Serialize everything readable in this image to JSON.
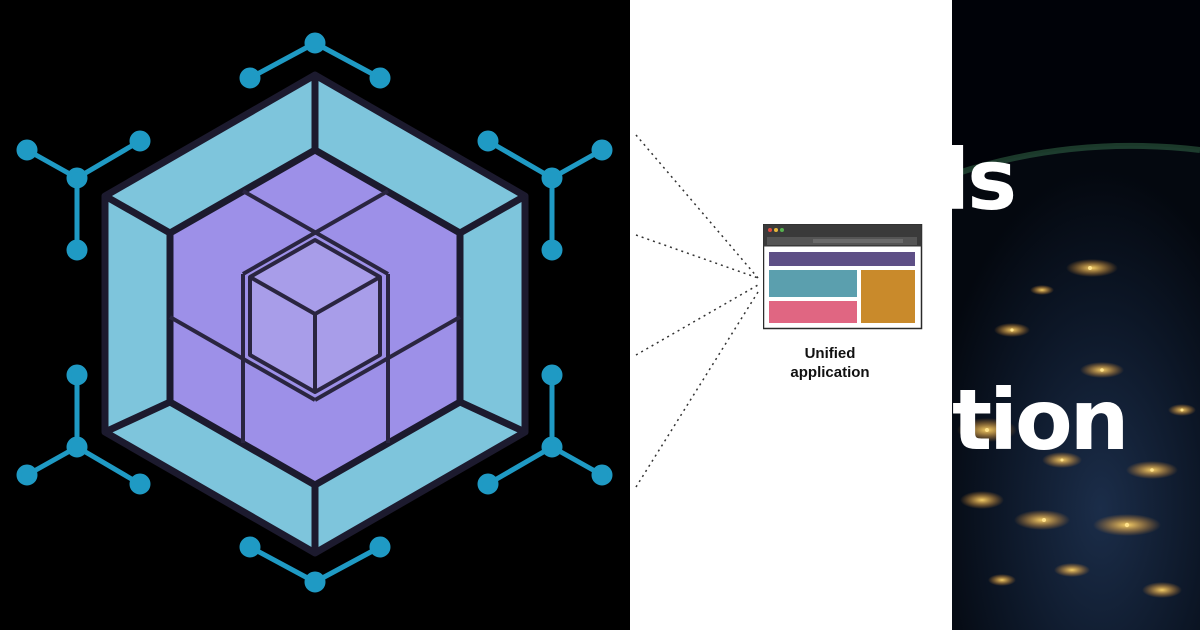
{
  "left": {
    "logo_icon": "hexagon-cube-network-icon",
    "colors": {
      "outer": "#7ec5dc",
      "cube": "#9d90e8",
      "edge": "#1c1a2e",
      "node": "#1f9ac4"
    }
  },
  "middle": {
    "app_label": "Unified application",
    "browser_icon": "browser-window-icon",
    "colors": {
      "header": "#5e4f86",
      "teal": "#5b9fae",
      "pink": "#e06682",
      "orange": "#c98a2b",
      "chrome": "#3a3a3a"
    }
  },
  "right": {
    "text_line_1": "ds",
    "text_line_2": "tion",
    "background_icon": "earth-night-lights-icon"
  }
}
